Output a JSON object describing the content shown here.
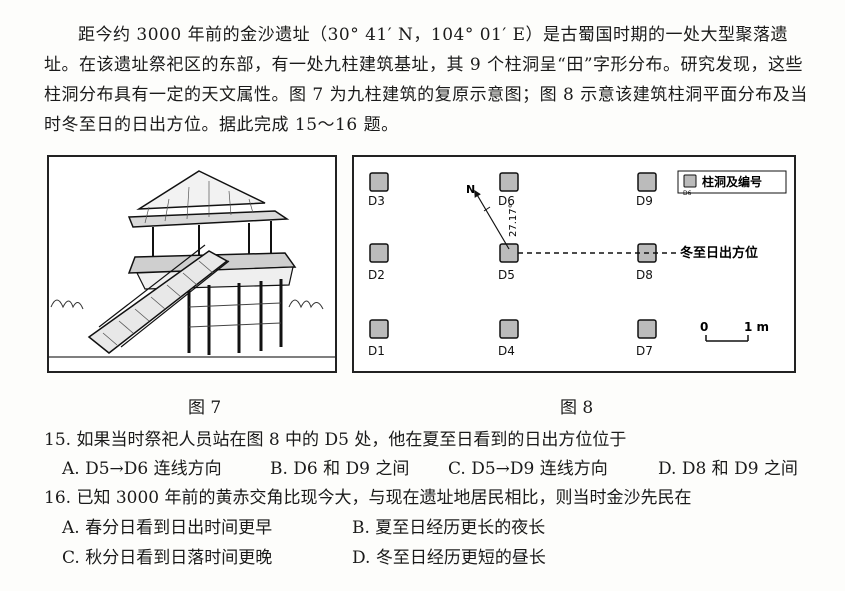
{
  "intro": "距今约 3000 年前的金沙遗址（30° 41′ N，104° 01′ E）是古蜀国时期的一处大型聚落遗址。在该遗址祭祀区的东部，有一处九柱建筑基址，其 9 个柱洞呈“田”字形分布。研究发现，这些柱洞分布具有一定的天文属性。图 7 为九柱建筑的复原示意图；图 8 示意该建筑柱洞平面分布及当时冬至日的日出方位。据此完成 15～16 题。",
  "fig7": {
    "caption": "图 7"
  },
  "fig8": {
    "caption": "图 8",
    "posts": [
      "D1",
      "D2",
      "D3",
      "D4",
      "D5",
      "D6",
      "D7",
      "D8",
      "D9"
    ],
    "legend": "柱洞及编号",
    "legend_sample": "D6",
    "north": "N",
    "angle": "27.17°",
    "sunrise_label": "冬至日出方位",
    "scale_zero": "0",
    "scale_one": "1 m"
  },
  "q15": {
    "stem": "15. 如果当时祭祀人员站在图 8 中的 D5 处，他在夏至日看到的日出方位位于",
    "a": "A. D5→D6 连线方向",
    "b": "B. D6 和 D9 之间",
    "c": "C. D5→D9 连线方向",
    "d": "D. D8 和 D9 之间"
  },
  "q16": {
    "stem": "16. 已知 3000 年前的黄赤交角比现今大，与现在遗址地居民相比，则当时金沙先民在",
    "a": "A. 春分日看到日出时间更早",
    "b": "B. 夏至日经历更长的夜长",
    "c": "C. 秋分日看到日落时间更晚",
    "d": "D. 冬至日经历更短的昼长"
  }
}
